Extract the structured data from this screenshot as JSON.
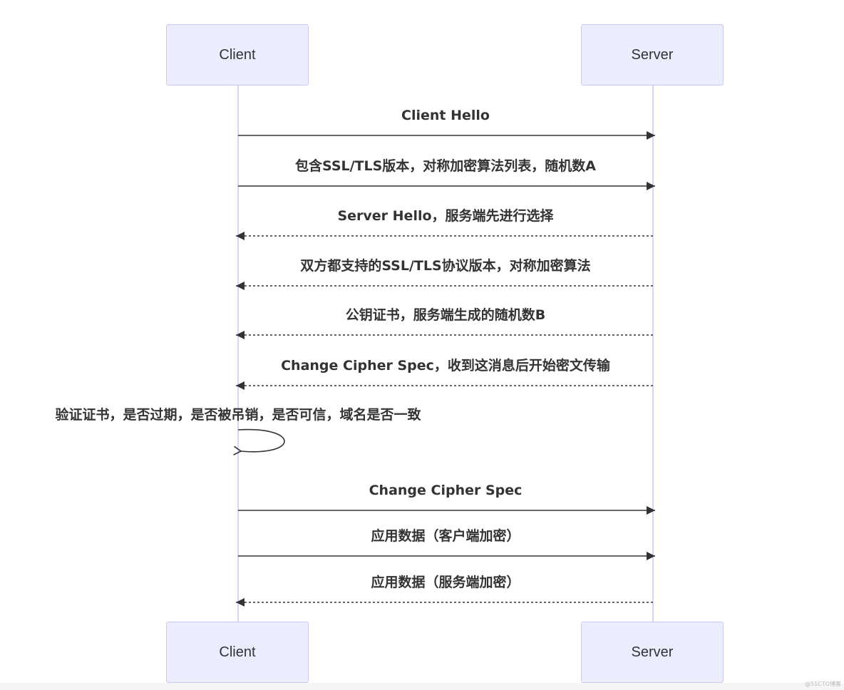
{
  "participants": {
    "client": "Client",
    "server": "Server"
  },
  "messages": [
    {
      "from": "client",
      "to": "server",
      "text": "Client Hello",
      "style": "solid"
    },
    {
      "from": "client",
      "to": "server",
      "text": "包含SSL/TLS版本，对称加密算法列表，随机数A",
      "style": "solid"
    },
    {
      "from": "server",
      "to": "client",
      "text": "Server Hello，服务端先进行选择",
      "style": "dashed"
    },
    {
      "from": "server",
      "to": "client",
      "text": "双方都支持的SSL/TLS协议版本，对称加密算法",
      "style": "dashed"
    },
    {
      "from": "server",
      "to": "client",
      "text": "公钥证书，服务端生成的随机数B",
      "style": "dashed"
    },
    {
      "from": "server",
      "to": "client",
      "text": "Change Cipher Spec，收到这消息后开始密文传输",
      "style": "dashed"
    },
    {
      "from": "client",
      "to": "client",
      "text": "验证证书，是否过期，是否被吊销，是否可信，域名是否一致",
      "style": "self"
    },
    {
      "from": "client",
      "to": "server",
      "text": "Change Cipher Spec",
      "style": "solid"
    },
    {
      "from": "client",
      "to": "server",
      "text": "应用数据（客户端加密）",
      "style": "solid"
    },
    {
      "from": "server",
      "to": "client",
      "text": "应用数据（服务端加密）",
      "style": "dashed"
    }
  ],
  "watermark": "@51CTO博客"
}
